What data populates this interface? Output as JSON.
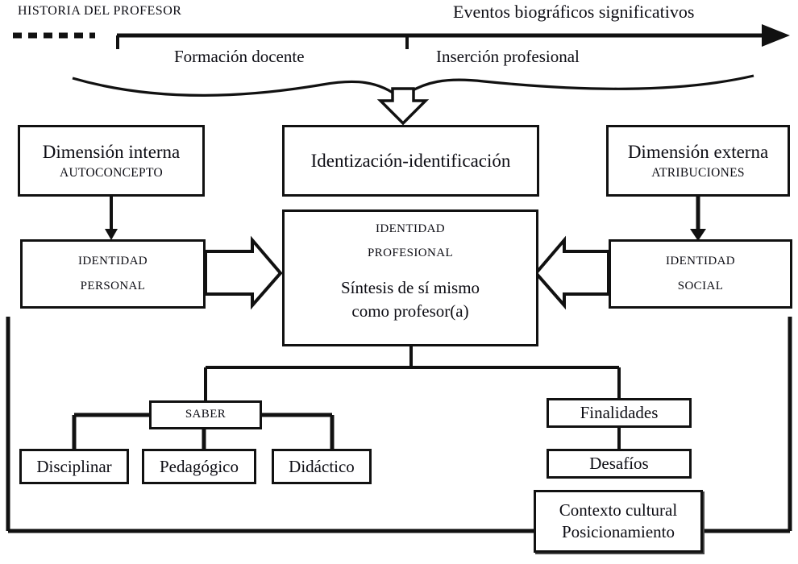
{
  "timeline": {
    "left_caption": "HISTORIA DEL PROFESOR",
    "right_caption": "Eventos biográficos significativos",
    "phases": [
      {
        "label": "Formación docente"
      },
      {
        "label": "Inserción profesional"
      }
    ]
  },
  "process": {
    "title": "Identización-identificación"
  },
  "dimensions": {
    "internal": {
      "title": "Dimensión interna",
      "subtitle": "AUTOCONCEPTO"
    },
    "external": {
      "title": "Dimensión externa",
      "subtitle": "ATRIBUCIONES"
    }
  },
  "identities": {
    "personal": {
      "line1": "IDENTIDAD",
      "line2": "PERSONAL"
    },
    "social": {
      "line1": "IDENTIDAD",
      "line2": "SOCIAL"
    },
    "professional": {
      "line1": "IDENTIDAD",
      "line2": "PROFESIONAL",
      "line3": "Síntesis de sí mismo",
      "line4": "como profesor(a)"
    }
  },
  "knowledge": {
    "root": "SABER",
    "children": [
      {
        "label": "Disciplinar"
      },
      {
        "label": "Pedagógico"
      },
      {
        "label": "Didáctico"
      }
    ]
  },
  "practice": {
    "items": [
      {
        "label": "Finalidades"
      },
      {
        "label": "Desafíos"
      }
    ],
    "context": {
      "line1": "Contexto cultural",
      "line2": "Posicionamiento"
    }
  },
  "colors": {
    "stroke": "#111111",
    "background": "#ffffff",
    "text": "#0d0d14"
  }
}
